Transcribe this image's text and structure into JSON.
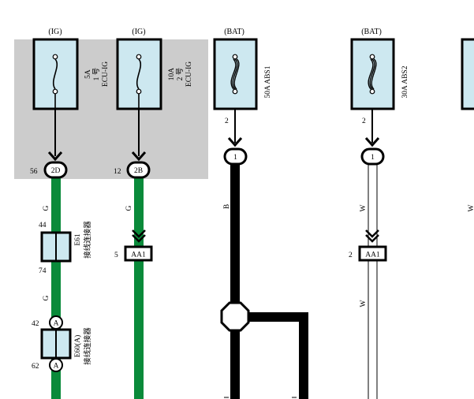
{
  "power_labels": {
    "ig1": "(IG)",
    "ig2": "(IG)",
    "bat1": "(BAT)",
    "bat2": "(BAT)"
  },
  "fuses": {
    "f1": {
      "line1": "5A",
      "line2": "1 号",
      "line3": "ECU-IG"
    },
    "f2": {
      "line1": "10A",
      "line2": "2 号",
      "line3": "ECU-IG"
    },
    "f3": {
      "line1": "50A ABS1"
    },
    "f4": {
      "line1": "30A ABS2"
    }
  },
  "fuse_pins": {
    "f3": "2",
    "f4": "2"
  },
  "junctions": {
    "j1": {
      "pin": "56",
      "code": "2D"
    },
    "j2": {
      "pin": "12",
      "code": "2B"
    },
    "j3": {
      "code": "1"
    },
    "j4": {
      "code": "1"
    }
  },
  "wire_colors": {
    "g1": "G",
    "g2": "G",
    "g3": "G",
    "b1": "B",
    "w1": "W",
    "w2": "W",
    "w3": "W"
  },
  "connectors": {
    "e61": {
      "pin_top": "44",
      "pin_bottom": "74",
      "id": "E61",
      "desc": "接线连接器"
    },
    "e60": {
      "pin_top": "42",
      "pin_bottom": "62",
      "id": "E60(A)",
      "desc": "接线连接器",
      "badge": "A"
    },
    "aa1_left": {
      "pin": "5",
      "code": "AA1"
    },
    "aa1_right": {
      "pin": "2",
      "code": "AA1"
    }
  },
  "colors": {
    "ig_background": "#cccccc",
    "fuse_fill": "#cde8f0",
    "green_wire": "#0a8a3a",
    "black_wire": "#000000"
  }
}
